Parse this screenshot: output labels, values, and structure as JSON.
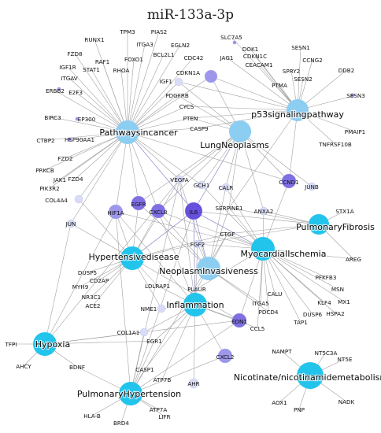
{
  "title": "miR-133a-3p",
  "colors": {
    "hub_cyan": "#22c4ec",
    "hub_light": "#8ccdf2",
    "gene_faint": "#d8dcf6",
    "gene_light": "#c2c6f3",
    "gene_mid": "#9d96ea",
    "gene_dark": "#7f6fe2",
    "gene_darkest": "#6650dc",
    "edge": "#9a9a9a"
  },
  "hubs": {
    "pathwaysincancer": "Pathwaysincancer",
    "p53": "p53signalingpathway",
    "lungneoplasms": "LungNeoplasms",
    "pulmonaryfibrosis": "PulmonaryFibrosis",
    "hypertensivedisease": "Hypertensivedisease",
    "myocardialischemia": "MyocardialIschemia",
    "neoplasminvasiveness": "NeoplasmInvasiveness",
    "inflammation": "Inflammation",
    "hypoxia": "Hypoxia",
    "pulmonaryhypertension": "PulmonaryHypertension",
    "nicotinate": "Nicotinate/nicotinamidemetabolism"
  },
  "genes": {
    "RUNX1": "RUNX1",
    "TPM3": "TPM3",
    "PIAS2": "PIAS2",
    "FZD8": "FZD8",
    "ITGA3": "ITGA3",
    "EGLN2": "EGLN2",
    "IGF1R": "IGF1R",
    "RAF1": "RAF1",
    "FOXO1": "FOXO1",
    "BCL2L1": "BCL2L1",
    "CDC42": "CDC42",
    "STAT1": "STAT1",
    "ITGAV": "ITGAV",
    "RHOA": "RHOA",
    "ERBB2": "ERBB2",
    "E2F3": "E2F3",
    "BIRC3": "BIRC3",
    "EP300": "EP300",
    "CTBP2": "CTBP2",
    "HSP90AA1": "HSP90AA1",
    "FZD2": "FZD2",
    "PRKCB": "PRKCB",
    "JAK1": "JAK1",
    "FZD4": "FZD4",
    "PIK3R2": "PIK3R2",
    "COL4A4": "COL4A4",
    "SLC7A5": "SLC7A5",
    "DOK1": "DOK1",
    "JAG1": "JAG1",
    "CDKN1C": "CDKN1C",
    "CEACAM1": "CEACAM1",
    "SESN1": "SESN1",
    "CCNG2": "CCNG2",
    "DDB2": "DDB2",
    "SPRY2": "SPRY2",
    "SESN2": "SESN2",
    "PTMA": "PTMA",
    "SESN3": "SESN3",
    "PMAIP1": "PMAIP1",
    "TNFRSF10B": "TNFRSF10B",
    "CDKN1A": "CDKN1A",
    "IGF1": "IGF1",
    "PDGFRB": "PDGFRB",
    "CYCS": "CYCS",
    "PTEN": "PTEN",
    "CASP9": "CASP9",
    "CCND1": "CCND1",
    "JUNB": "JUNB",
    "VEGFA": "VEGFA",
    "GCH1": "GCH1",
    "CALR": "CALR",
    "SERPINE1": "SERPINE1",
    "ANXA2": "ANXA2",
    "EGFR": "EGFR",
    "HIF1A": "HIF1A",
    "CXCL8": "CXCL8",
    "IL6": "IL6",
    "JUN": "JUN",
    "STX1A": "STX1A",
    "CTGF": "CTGF",
    "FGF2": "FGF2",
    "AREG": "AREG",
    "DUSP5": "DUSP5",
    "CD2AP": "CD2AP",
    "MYH9": "MYH9",
    "NR3C1": "NR3C1",
    "ACE2": "ACE2",
    "LDLRAP1": "LDLRAP1",
    "PFKFB3": "PFKFB3",
    "MSN": "MSN",
    "PLAUR": "PLAUR",
    "CALU": "CALU",
    "ITGA5": "ITGA5",
    "PDCD4": "PDCD4",
    "KLF4": "KLF4",
    "MX1": "MX1",
    "HSPA2": "HSPA2",
    "DUSP6": "DUSP6",
    "TAP1": "TAP1",
    "NME1": "NME1",
    "EDN1": "EDN1",
    "CCL5": "CCL5",
    "COL1A1": "COL1A1",
    "TFPI": "TFPI",
    "EGR1": "EGR1",
    "AHCY": "AHCY",
    "BDNF": "BDNF",
    "CXCL2": "CXCL2",
    "NAMPT": "NAMPT",
    "NT5C3A": "NT5C3A",
    "NT5E": "NT5E",
    "CASP1": "CASP1",
    "ATP7B": "ATP7B",
    "AHR": "AHR",
    "AOX1": "AOX1",
    "PNP": "PNP",
    "NADK": "NADK",
    "HLA-B": "HLA-B",
    "LIFR": "LIFR",
    "ATP7A": "ATP7A",
    "BRD4": "BRD4"
  }
}
